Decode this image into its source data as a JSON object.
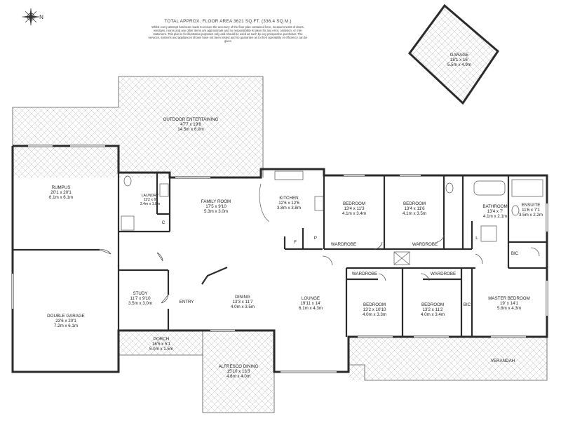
{
  "header": {
    "total_area": "TOTAL APPROX. FLOOR AREA 3621 SQ.FT. (336.4 SQ.M.)",
    "disclaimer": "Whilst every attempt has been made to ensure the accuracy of the floor plan contained here, measurements of doors, windows, rooms and any other items are approximate and no responsibility is taken for any error, omission, or mis-statement. This plan is for illustrative purposes only and should be used as such by any prospective purchaser. The services, systems and appliances shown have not been tested and no guarantee as to their operability or efficiency can be given"
  },
  "compass": {
    "letter": "N"
  },
  "rooms": {
    "garage_detached": {
      "name": "GARAGE",
      "imperial": "18'1 x 16'",
      "metric": "5.5m x 4.9m"
    },
    "outdoor_entertaining": {
      "name": "OUTDOOR ENTERTAINING",
      "imperial": "47'7 x 19'8",
      "metric": "14.5m x 6.0m"
    },
    "rumpus": {
      "name": "RUMPUS",
      "imperial": "20'1 x 20'1",
      "metric": "6.1m x 6.1m"
    },
    "laundry": {
      "name": "LAUNDRY",
      "imperial": "11'2 x 6'",
      "metric": "3.4m x 1.8m"
    },
    "family_room": {
      "name": "FAMILY ROOM",
      "imperial": "17'5 x 9'10",
      "metric": "5.3m x 3.0m"
    },
    "kitchen": {
      "name": "KITCHEN",
      "imperial": "12'6 x 12'6",
      "metric": "3.8m x 3.8m"
    },
    "bedroom_1": {
      "name": "BEDROOM",
      "imperial": "13'4 x 11'3",
      "metric": "4.1m x 3.4m"
    },
    "bedroom_2": {
      "name": "BEDROOM",
      "imperial": "13'4 x 11'6",
      "metric": "4.1m x 3.5m"
    },
    "bathroom": {
      "name": "BATHROOM",
      "imperial": "13'4 x 7'",
      "metric": "4.1m x 2.1m"
    },
    "ensuite": {
      "name": "ENSUITE",
      "imperial": "11'6 x 7'1",
      "metric": "3.5m x 2.2m"
    },
    "double_garage": {
      "name": "DOUBLE GARAGE",
      "imperial": "23'6 x 20'1",
      "metric": "7.2m x 6.1m"
    },
    "study": {
      "name": "STUDY",
      "imperial": "11'7 x 9'10",
      "metric": "3.5m x 3.0m"
    },
    "dining": {
      "name": "DINING",
      "imperial": "13'3 x 11'7",
      "metric": "4.0m x 3.5m"
    },
    "lounge": {
      "name": "LOUNGE",
      "imperial": "19'11 x 14'",
      "metric": "6.1m x 4.3m"
    },
    "bedroom_3": {
      "name": "BEDROOM",
      "imperial": "13'2 x 10'10",
      "metric": "4.0m x 3.3m"
    },
    "bedroom_4": {
      "name": "BEDROOM",
      "imperial": "13'2 x 11'2",
      "metric": "4.0m x 3.4m"
    },
    "master_bedroom": {
      "name": "MASTER BEDROOM",
      "imperial": "19' x 14'1",
      "metric": "5.8m x 4.3m"
    },
    "porch": {
      "name": "PORCH",
      "imperial": "16'5 x 5'1",
      "metric": "5.0m x 1.5m"
    },
    "alfresco_dining": {
      "name": "ALFRESCO DINING",
      "imperial": "15'10 x 13'3",
      "metric": "4.8m x 4.0m"
    }
  },
  "labels": {
    "entry": "ENTRY",
    "verandah": "VERANDAH",
    "wardrobe": "WARDROBE",
    "bic": "BIC",
    "cupboard": "C",
    "fridge": "F",
    "pantry": "P",
    "linen": "L"
  }
}
